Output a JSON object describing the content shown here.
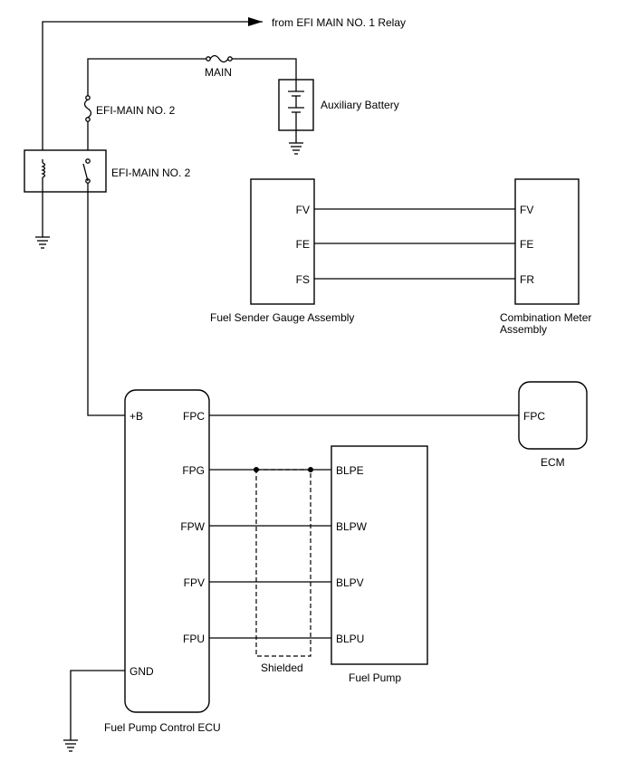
{
  "relay_source": "from EFI MAIN NO. 1 Relay",
  "fuse_main": "MAIN",
  "fuse_efi_main2": "EFI-MAIN NO. 2",
  "relay_efi_main2": "EFI-MAIN NO. 2",
  "auxiliary_battery": "Auxiliary Battery",
  "fuel_sender": {
    "name": "Fuel Sender Gauge Assembly",
    "pins": [
      "FV",
      "FE",
      "FS"
    ]
  },
  "combination_meter": {
    "name_line1": "Combination Meter",
    "name_line2": "Assembly",
    "pins": [
      "FV",
      "FE",
      "FR"
    ]
  },
  "fuel_pump_ecu": {
    "name": "Fuel Pump Control ECU",
    "pin_b": "+B",
    "pin_fpc": "FPC",
    "pins_right": [
      "FPG",
      "FPW",
      "FPV",
      "FPU"
    ],
    "pin_gnd": "GND"
  },
  "ecm": {
    "name": "ECM",
    "pin": "FPC"
  },
  "fuel_pump": {
    "name": "Fuel Pump",
    "pins": [
      "BLPE",
      "BLPW",
      "BLPV",
      "BLPU"
    ]
  },
  "shielded": "Shielded"
}
